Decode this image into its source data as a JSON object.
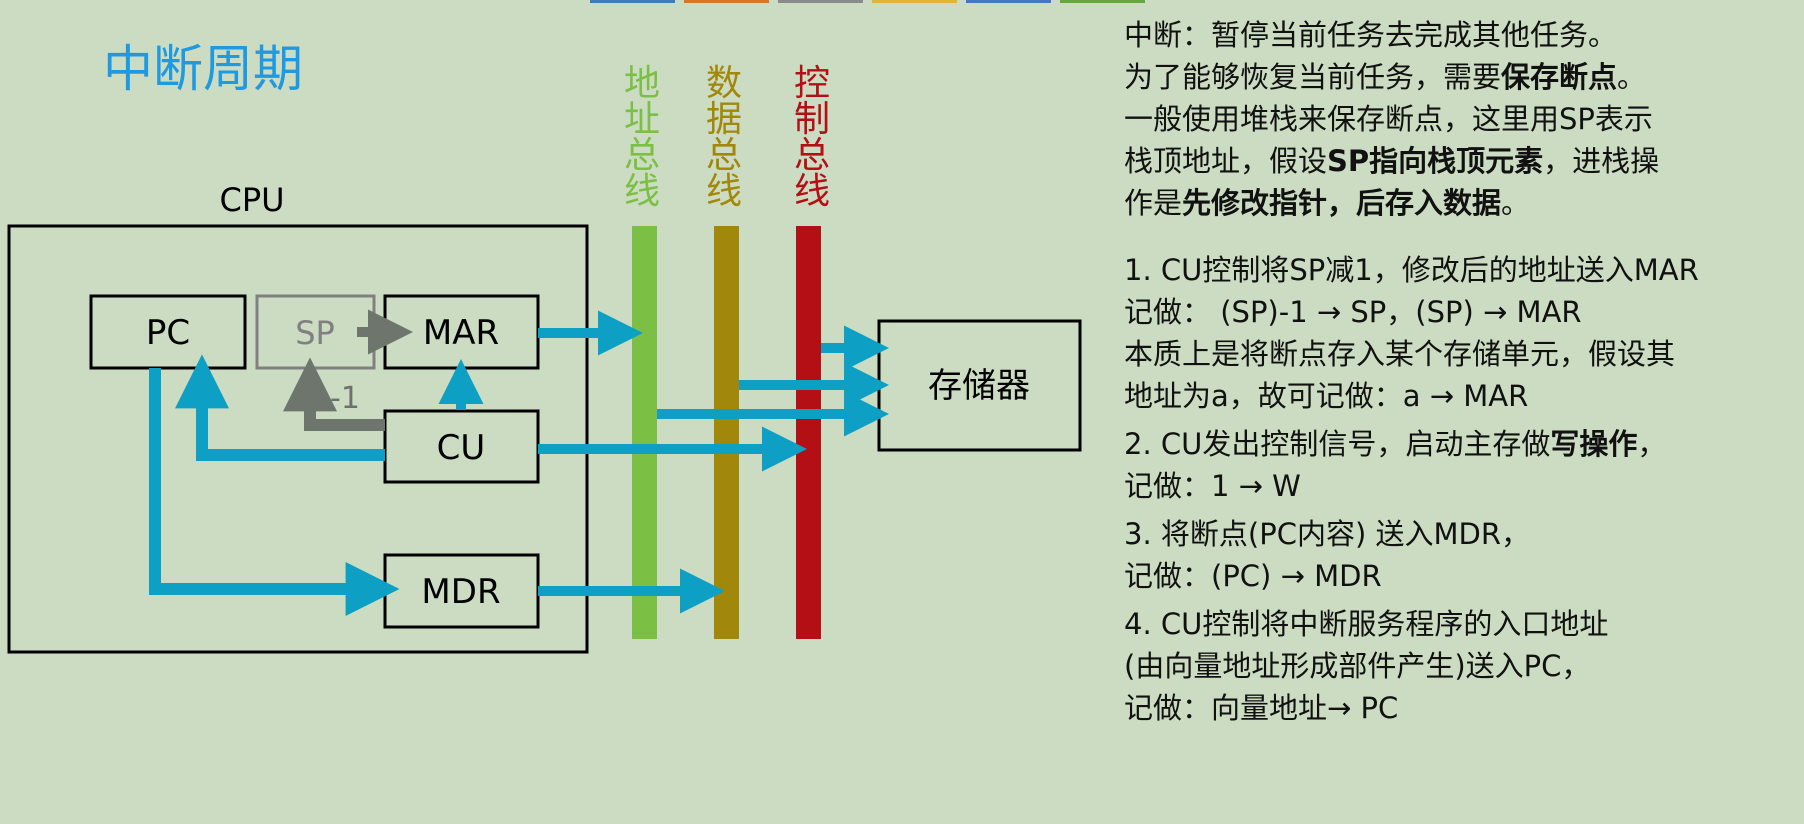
{
  "title": "中断周期",
  "diagram": {
    "cpu_label": "CPU",
    "registers": {
      "pc": "PC",
      "sp": "SP",
      "mar": "MAR",
      "cu": "CU",
      "mdr": "MDR"
    },
    "decrement_label": "-1",
    "buses": [
      {
        "name": "地址总线",
        "chars": [
          "地",
          "址",
          "总",
          "线"
        ],
        "color": "#7bc045"
      },
      {
        "name": "数据总线",
        "chars": [
          "数",
          "据",
          "总",
          "线"
        ],
        "color": "#a1870a"
      },
      {
        "name": "控制总线",
        "chars": [
          "控",
          "制",
          "总",
          "线"
        ],
        "color": "#b50f16"
      }
    ],
    "memory_label": "存储器",
    "arrow_color": "#0e9fc4",
    "sp_arrow_color": "#6d756d"
  },
  "text": {
    "intro_1": "中断：暂停当前任务去完成其他任务。",
    "intro_2_prefix": "为了能够恢复当前任务，需要",
    "intro_2_bold": "保存断点",
    "intro_2_suffix": "。",
    "intro_3": "一般使用堆栈来保存断点，这里用SP表示",
    "intro_4_prefix": "栈顶地址，假设",
    "intro_4_bold": "SP指向栈顶元素",
    "intro_4_suffix": "，进栈操",
    "intro_5_prefix": "作是",
    "intro_5_bold": "先修改指针，后存入数据",
    "intro_5_suffix": "。",
    "step1_1": "1. CU控制将SP减1，修改后的地址送入MAR",
    "step1_2": "记做： (SP)-1 → SP，(SP) → MAR",
    "step1_3": "本质上是将断点存入某个存储单元，假设其",
    "step1_4": "地址为a，故可记做：a → MAR",
    "step2_1_prefix": "2. CU发出控制信号，启动主存做",
    "step2_1_bold": "写操作",
    "step2_1_suffix": "，",
    "step2_2": "记做：1 → W",
    "step3_1": "3. 将断点(PC内容) 送入MDR，",
    "step3_2": "记做：(PC) → MDR",
    "step4_1": "4. CU控制将中断服务程序的入口地址",
    "step4_2": "(由向量地址形成部件产生)送入PC，",
    "step4_3": "记做：向量地址→ PC"
  },
  "top_strip_colors": [
    "#3f7db8",
    "#d7752a",
    "#8a8a8a",
    "#e1b43a",
    "#4478c2",
    "#67a741"
  ]
}
